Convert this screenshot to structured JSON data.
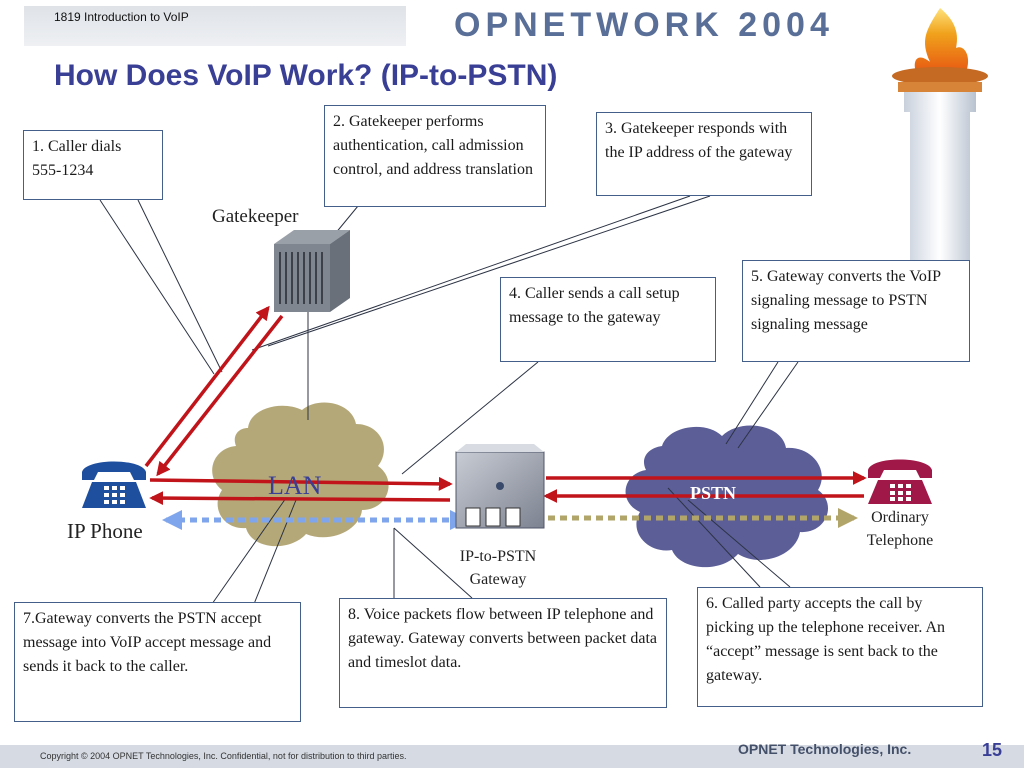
{
  "header": {
    "course": "1819 Introduction to VoIP",
    "brand": "OPNETWORK 2004",
    "title": "How Does VoIP Work? (IP-to-PSTN)"
  },
  "labels": {
    "gatekeeper": "Gatekeeper",
    "ip_phone": "IP Phone",
    "lan": "LAN",
    "pstn": "PSTN",
    "gateway_line1": "IP-to-PSTN",
    "gateway_line2": "Gateway",
    "ordinary_line1": "Ordinary",
    "ordinary_line2": "Telephone"
  },
  "steps": {
    "step1_line1": "1. Caller dials",
    "step1_line2": "555-1234",
    "step2": "2. Gatekeeper performs authentication, call admission control, and address translation",
    "step3": "3. Gatekeeper responds with the IP address of the gateway",
    "step4": "4. Caller sends a call setup message to the gateway",
    "step5": "5. Gateway converts the VoIP signaling message to PSTN signaling message",
    "step6": "6. Called party accepts the call by picking up the telephone receiver. An “accept” message is sent back to the gateway.",
    "step7": "7.Gateway converts the PSTN accept message into VoIP accept message and sends it back to the caller.",
    "step8": "8. Voice packets flow between IP telephone and gateway. Gateway converts between packet data and timeslot data."
  },
  "footer": {
    "copyright": "Copyright © 2004 OPNET Technologies, Inc.   Confidential, not for distribution to third parties.",
    "company": "OPNET Technologies, Inc.",
    "page": "15"
  },
  "colors": {
    "title": "#3a3f96",
    "signal_arrow": "#c0141a",
    "voice_ip": "#7fa6ec",
    "voice_pstn": "#b2a56a",
    "lan_cloud": "#b5a878",
    "pstn_cloud": "#5c5e98"
  }
}
